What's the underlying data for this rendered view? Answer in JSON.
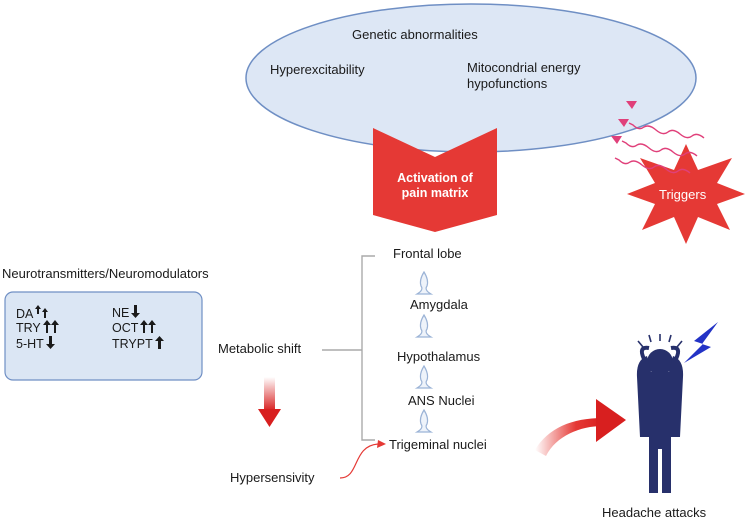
{
  "ellipse": {
    "title": "Genetic abnormalities",
    "left_item": "Hyperexcitability",
    "right_item_line1": "Mitocondrial energy",
    "right_item_line2": "hypofunctions"
  },
  "activation": {
    "line1": "Activation of",
    "line2": "pain matrix"
  },
  "triggers": {
    "label": "Triggers"
  },
  "neuro": {
    "title": "Neurotransmitters/Neuromodulators",
    "items": [
      {
        "label": "DA",
        "arrows": "up-up-offset"
      },
      {
        "label": "TRY",
        "arrows": "up-up"
      },
      {
        "label": "5-HT",
        "arrows": "down"
      },
      {
        "label": "NE",
        "arrows": "down"
      },
      {
        "label": "OCT",
        "arrows": "up-up"
      },
      {
        "label": "TRYPT",
        "arrows": "up"
      }
    ]
  },
  "metabolic_shift": "Metabolic shift",
  "hypersensivity": "Hypersensivity",
  "pathway": {
    "nodes": [
      "Frontal lobe",
      "Amygdala",
      "Hypothalamus",
      "ANS Nuclei",
      "Trigeminal nuclei"
    ]
  },
  "headache": {
    "label": "Headache attacks"
  },
  "colors": {
    "ellipse_fill": "#dde7f5",
    "ellipse_stroke": "#6f8fc4",
    "box_fill": "#dbe6f4",
    "red": "#e53935",
    "pink": "#e0407a",
    "person": "#27306b",
    "bolt": "#2333c6"
  },
  "icons": [
    "up-arrow-icon",
    "down-arrow-icon",
    "neuron-connector-icon",
    "lightning-bolt-icon",
    "person-headache-icon",
    "starburst-icon",
    "wavy-arrow-icon"
  ]
}
